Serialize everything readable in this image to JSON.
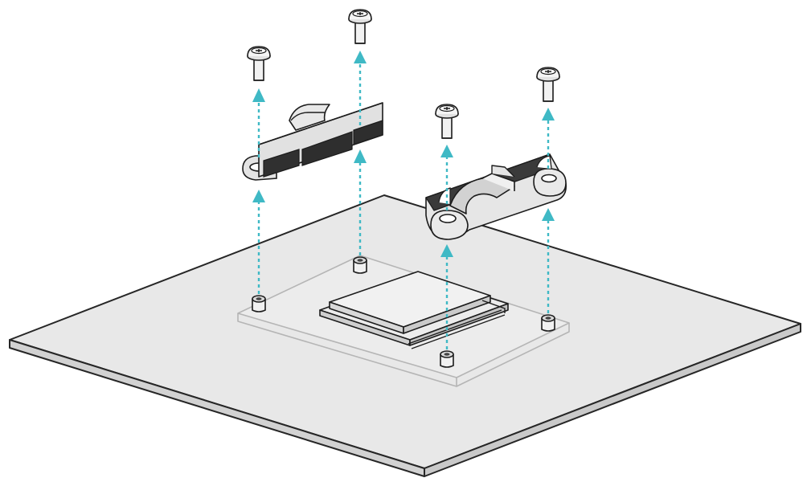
{
  "diagram": {
    "kind": "exploded-assembly-illustration",
    "parts": {
      "motherboard": "board",
      "cpu": "processor",
      "backplate": "transparent-backplate",
      "standoffs": 4,
      "brackets": 2,
      "screws": 4
    },
    "icons": {
      "arrow": "dashed-arrow-up",
      "screw": "phillips-screw"
    },
    "colors": {
      "board_fill": "#e8e8e8",
      "board_edge": "#262626",
      "bracket_fill": "#e6e6e6",
      "bracket_dark": "#3a3a3a",
      "screw_fill": "#efefef",
      "arrow": "#3fb9c5",
      "outline": "#1c1c1c"
    }
  }
}
